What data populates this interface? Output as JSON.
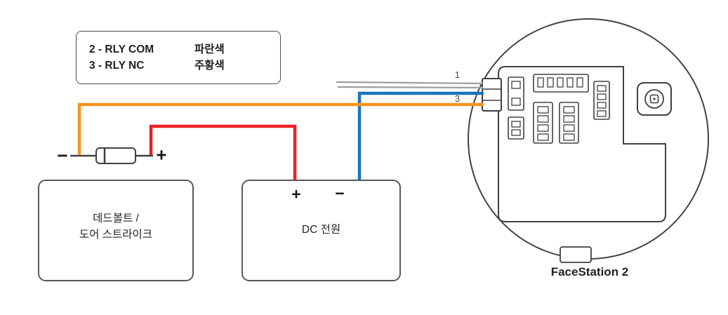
{
  "diagram": {
    "legend": {
      "rows": [
        {
          "pin": "2 - RLY COM",
          "wire_color": "파란색"
        },
        {
          "pin": "3 - RLY NC",
          "wire_color": "주황색"
        }
      ]
    },
    "deadbolt": {
      "label_line1": "데드볼트 /",
      "label_line2": "도어 스트라이크",
      "minus": "−",
      "plus": "+"
    },
    "dc_power": {
      "label": "DC 전원",
      "plus": "+",
      "minus": "−"
    },
    "pins": {
      "pin1": "1",
      "pin3": "3"
    },
    "caption": "FaceStation 2",
    "colors": {
      "orange": "#F7941E",
      "red": "#EC2027",
      "blue": "#1C75BC",
      "gray": "#9D9FA2"
    }
  }
}
